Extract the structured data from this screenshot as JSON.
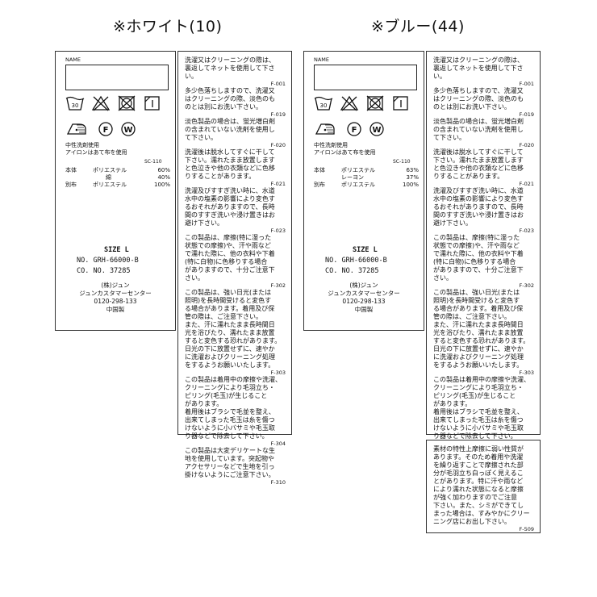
{
  "headings": {
    "white": "※ホワイト(10)",
    "blue": "※ブルー(44)"
  },
  "tags": {
    "white": {
      "name_label": "NAME",
      "wash_temp": "30",
      "note_line1": "中性洗剤使用",
      "note_line2": "アイロンはあて布を使用",
      "sc_code": "SC-110",
      "composition": [
        {
          "part": "本体",
          "material": "ポリエステル",
          "percent": "60%"
        },
        {
          "part": "",
          "material": "綿",
          "percent": "40%"
        },
        {
          "part": "別布",
          "material": "ポリエステル",
          "percent": "100%"
        }
      ],
      "size": "SIZE L",
      "no": "NO. GRH-66000-B",
      "co": "CO. NO.  37285",
      "company": "(株)ジュン",
      "center": "ジュンカスタマーセンター",
      "phone": "0120-298-133",
      "origin": "中国製"
    },
    "blue": {
      "name_label": "NAME",
      "wash_temp": "30",
      "note_line1": "中性洗剤使用",
      "note_line2": "アイロンはあて布を使用",
      "sc_code": "SC-110",
      "composition": [
        {
          "part": "本体",
          "material": "ポリエステル",
          "percent": "63%"
        },
        {
          "part": "",
          "material": "レーヨン",
          "percent": "37%"
        },
        {
          "part": "別布",
          "material": "ポリエステル",
          "percent": "100%"
        }
      ],
      "size": "SIZE L",
      "no": "NO. GRH-66000-B",
      "co": "CO. NO.  37285",
      "company": "(株)ジュン",
      "center": "ジュンカスタマーセンター",
      "phone": "0120-298-133",
      "origin": "中国製"
    }
  },
  "care_text": {
    "white": {
      "p1": "洗濯又はクリーニングの際は、\n裏返してネットを使用して下さ\nい。",
      "c1": "F-001",
      "p2": "多少色落ちしますので、洗濯又\nはクリーニングの際、淡色のも\nのとは別にお洗い下さい。",
      "c2": "F-019",
      "p3": "淡色製品の場合は、蛍光増白剤\nの含まれていない洗剤を使用し\nて下さい。",
      "c3": "F-020",
      "p4": "洗濯後は脱水してすぐに干して\n下さい。濡れたまま放置します\nと色泣きや他の衣類などに色移\nりすることがあります。",
      "c4": "F-021",
      "p5": "洗濯及びすすぎ洗い時に、水道\n水中の塩素の影響により変色す\nるおそれがありますので、長時\n間のすすぎ洗いや浸け置きはお\n避け下さい。",
      "c5": "F-023",
      "p6": "この製品は、摩擦(特に湿った\n状態での摩擦)や、汗や雨など\nで濡れた際に、他の衣料や下着\n(特に白物)に色移りする場合\nがありますので、十分ご注意下\nさい。",
      "c6": "F-302",
      "p7": "この製品は、強い日光(または\n照明)を長時間受けると変色す\nる場合があります。着用及び保\n管の際は、ご注意下さい。\nまた、汗に濡れたまま長時間日\n光を浴びたり、濡れたまま放置\nすると変色する恐れがあります。\n日光の下に放置せずに、速やか\nに洗濯およびクリーニング処理\nをするようお願いいたします。",
      "c7": "F-303",
      "p8": "この製品は着用中の摩擦や洗濯、\nクリーニングにより毛羽立ち・\nピリング(毛玉)が生じること\nがあります。\n着用後はブラシで毛並を整え、\n出来てしまった毛玉は糸を傷つ\nけないように小バサミや毛玉取\nり器などで除去して下さい。",
      "c8": "F-304",
      "p9": "この製品は大変デリケートな生\n地を使用しています。突起物や\nアクセサリーなどで生地を引っ\n掛けないようにご注意下さい。",
      "c9": "F-310"
    },
    "blue_extra": {
      "p1": "素材の特性上摩擦に弱い性質が\nあります。そのため着用や洗濯\nを繰り返すことで摩擦された部\n分が毛羽立ち白っぽく見えるこ\nとがあります。特に汗や雨など\nにより濡れた状態になると摩擦\nが強く加わりますのでご注意\n下さい。また、シミができてし\nまった場合は、すみやかにクリー\nニング店にお出し下さい。",
      "c1": "F-509"
    }
  },
  "icon_names": [
    "wash-30-icon",
    "no-bleach-icon",
    "no-tumble-dry-icon",
    "line-dry-shade-icon",
    "iron-low-icon",
    "dryclean-f-icon",
    "wetclean-w-icon"
  ],
  "colors": {
    "ink": "#111111",
    "border": "#333333",
    "background": "#ffffff"
  }
}
